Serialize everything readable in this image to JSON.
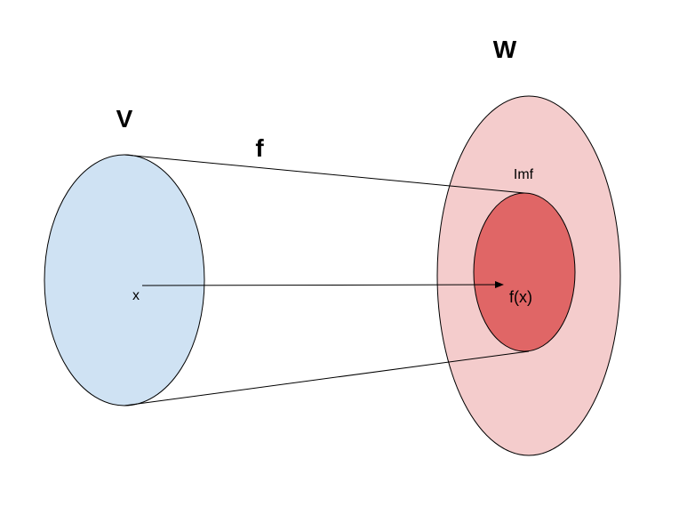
{
  "labels": {
    "domain": "V",
    "codomain": "W",
    "map": "f",
    "image": "Imf",
    "element": "x",
    "image_element": "f(x)"
  },
  "colors": {
    "domain_fill": "#cfe2f3",
    "codomain_fill": "#f4cccc",
    "image_fill": "#e06666",
    "stroke": "#000000"
  }
}
